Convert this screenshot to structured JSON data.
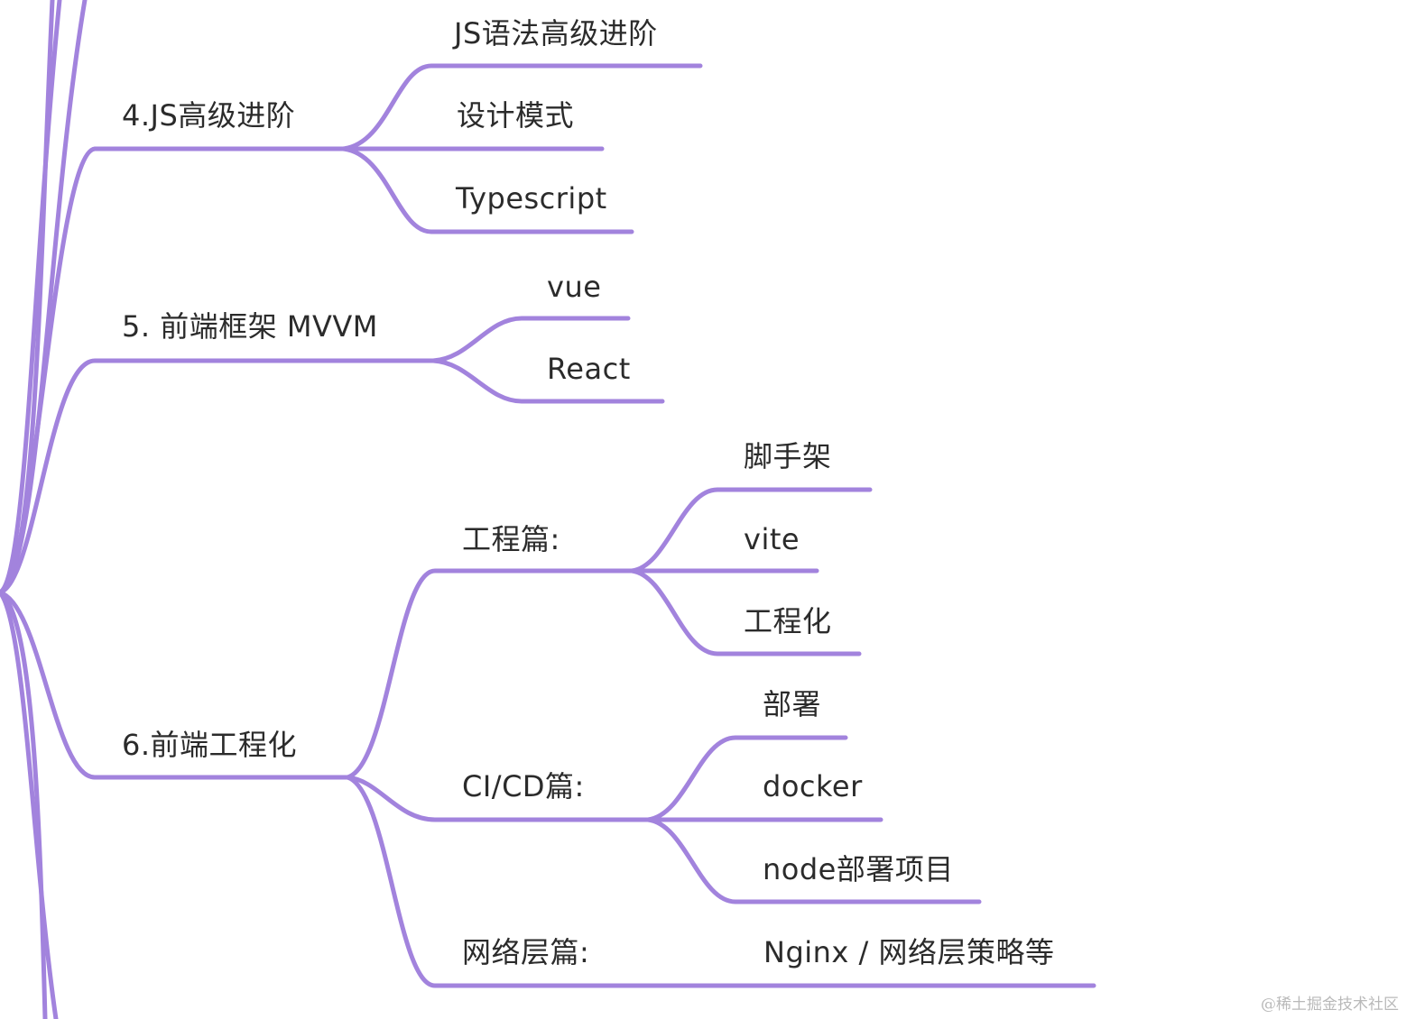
{
  "mindmap": {
    "branches": [
      {
        "label": "4.JS高级进阶",
        "children": [
          "JS语法高级进阶",
          "设计模式",
          "Typescript"
        ]
      },
      {
        "label": "5. 前端框架 MVVM",
        "children": [
          "vue",
          "React"
        ]
      },
      {
        "label": "6.前端工程化",
        "groups": [
          {
            "label": "工程篇:",
            "children": [
              "脚手架",
              "vite",
              "工程化"
            ]
          },
          {
            "label": "CI/CD篇:",
            "children": [
              "部署",
              "docker",
              "node部署项目"
            ]
          },
          {
            "label": "网络层篇:",
            "children": [
              "Nginx / 网络层策略等"
            ]
          }
        ]
      }
    ]
  },
  "watermark": "@稀土掘金技术社区",
  "colors": {
    "line": "#a283dd",
    "text": "#2b2b2b",
    "watermark": "#b9b9b9"
  }
}
